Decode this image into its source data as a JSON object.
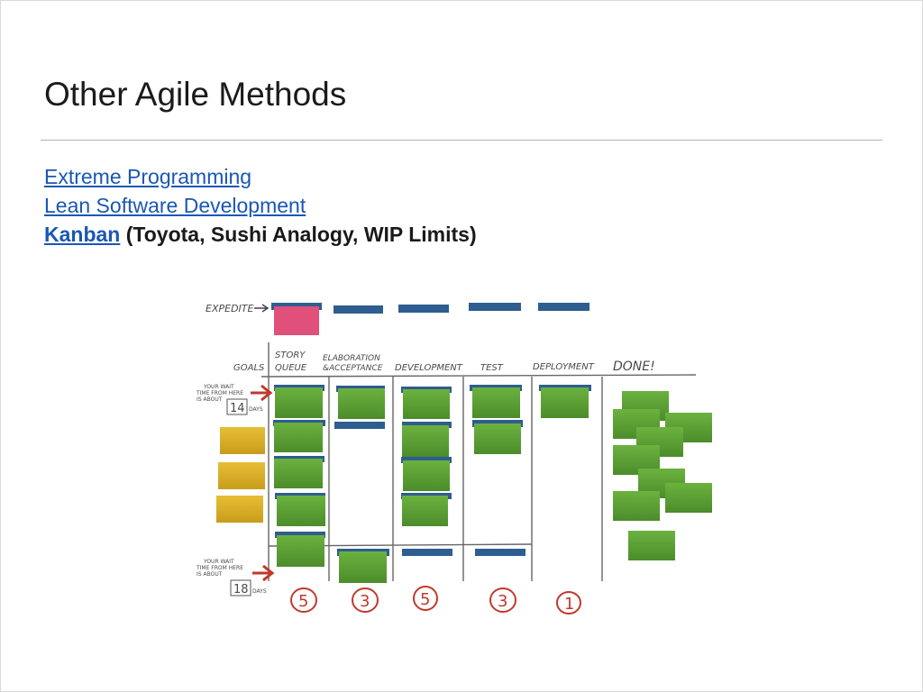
{
  "slide": {
    "title": "Other Agile Methods",
    "links": [
      "Extreme Programming",
      "Lean Software Development"
    ],
    "kanban_link": "Kanban",
    "kanban_note": "(Toyota, Sushi Analogy, WIP Limits)"
  },
  "board": {
    "expedite_label": "EXPEDITE",
    "columns": [
      "GOALS",
      "STORY QUEUE",
      "ELABORATION & ACCEPTANCE",
      "DEVELOPMENT",
      "TEST",
      "DEPLOYMENT",
      "DONE!"
    ],
    "wait_top": {
      "text1": "YOUR WAIT",
      "text2": "TIME FROM HERE",
      "text3": "IS ABOUT",
      "days": "14",
      "unit": "DAYS"
    },
    "wait_bottom": {
      "text1": "YOUR WAIT",
      "text2": "TIME FROM HERE",
      "text3": "IS ABOUT",
      "days": "18",
      "unit": "DAYS"
    },
    "wip_limits": [
      "5",
      "3",
      "5",
      "3",
      "1"
    ],
    "colors": {
      "green": "#5a9e34",
      "blue": "#2e5d8f",
      "yellow": "#d9b128",
      "pink": "#e0507a"
    }
  }
}
